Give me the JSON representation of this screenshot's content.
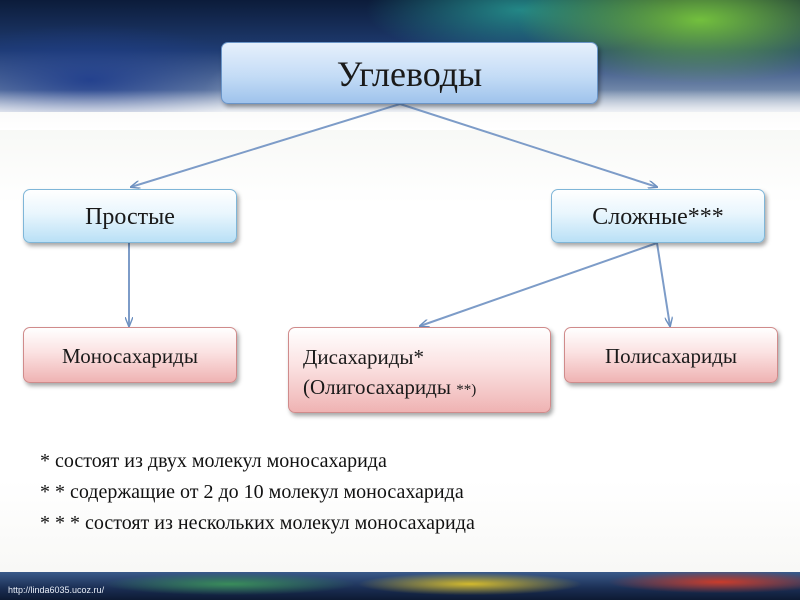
{
  "diagram": {
    "root": "Углеводы",
    "simple": "Простые",
    "complex": "Сложные***",
    "mono": "Моносахариды",
    "di_line1": "Дисахариды*",
    "di_line2": "(Олигосахариды",
    "di_line2_stars": "**)",
    "poly": "Полисахариды"
  },
  "notes": [
    "* состоят из двух молекул моносахарида",
    "* * содержащие от 2 до 10 молекул моносахарида",
    "* * * состоят из нескольких молекул моносахарида"
  ],
  "footer": {
    "url": "http://linda6035.ucoz.ru/"
  }
}
